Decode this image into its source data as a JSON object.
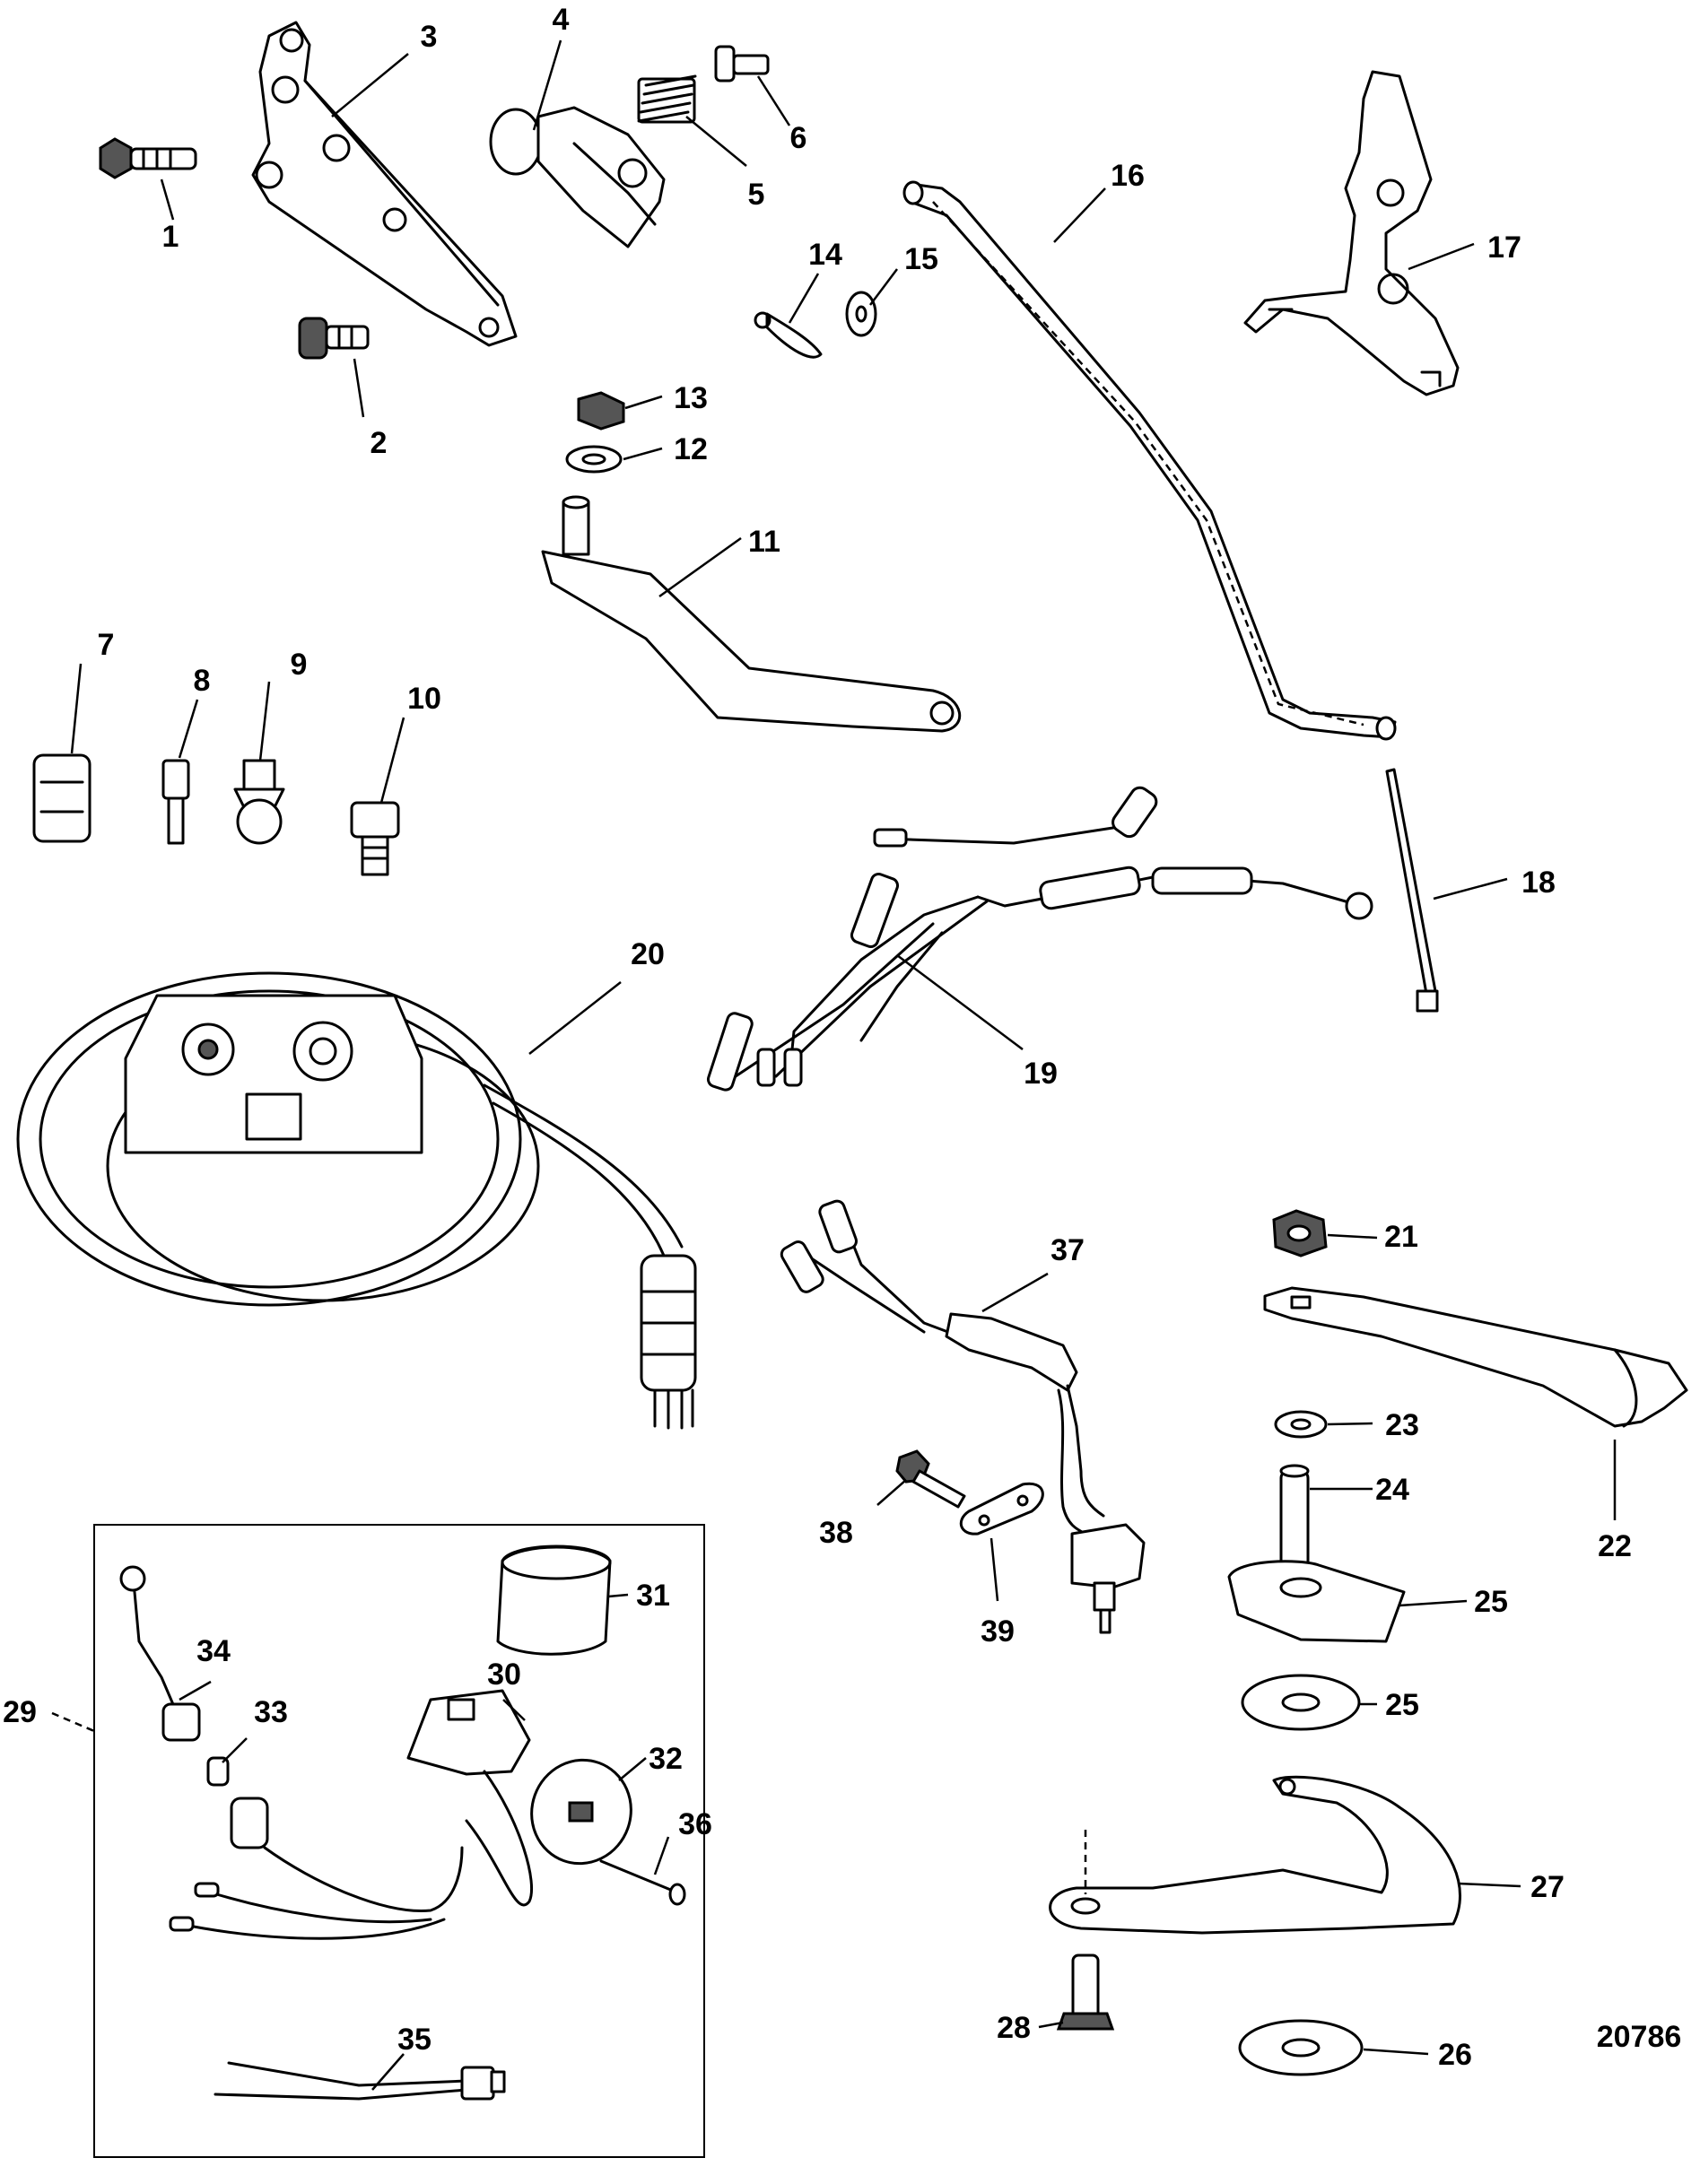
{
  "figure_id": "20786",
  "callouts": [
    "1",
    "2",
    "3",
    "4",
    "5",
    "6",
    "7",
    "8",
    "9",
    "10",
    "11",
    "12",
    "13",
    "14",
    "15",
    "16",
    "17",
    "18",
    "19",
    "20",
    "21",
    "22",
    "23",
    "24",
    "25",
    "25",
    "26",
    "27",
    "28",
    "29",
    "30",
    "31",
    "32",
    "33",
    "34",
    "35",
    "36",
    "37",
    "38",
    "39"
  ],
  "colors": {
    "line": "#000000",
    "background": "#ffffff",
    "shade": "#555555"
  }
}
